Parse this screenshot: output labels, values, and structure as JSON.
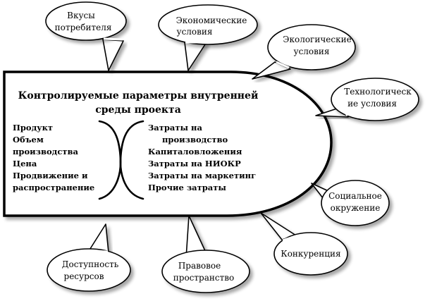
{
  "central": {
    "title_lines": [
      "Контролируемые параметры внутренней",
      "среды проекта"
    ],
    "left_items": [
      "Продукт",
      "Объем",
      "производства",
      "Цена",
      "Продвижение и",
      "распространение"
    ],
    "right_items": [
      "Затраты на",
      "производство",
      "Капиталовложения",
      "Затраты на НИОКР",
      "Затраты на маркетинг",
      "Прочие затраты"
    ]
  },
  "bubbles": [
    {
      "id": "consumer-tastes",
      "lines": [
        "Вкусы",
        "потребителя"
      ]
    },
    {
      "id": "economic",
      "lines": [
        "Экономические",
        "условия"
      ]
    },
    {
      "id": "ecological",
      "lines": [
        "Экологические",
        "условия"
      ]
    },
    {
      "id": "technological",
      "lines": [
        "Технологическ",
        "ие условия"
      ]
    },
    {
      "id": "social",
      "lines": [
        "Социальное",
        "окружение"
      ]
    },
    {
      "id": "competition",
      "lines": [
        "Конкуренция"
      ]
    },
    {
      "id": "legal",
      "lines": [
        "Правовое",
        "пространство"
      ]
    },
    {
      "id": "resources",
      "lines": [
        "Доступность",
        "ресурсов"
      ]
    }
  ]
}
